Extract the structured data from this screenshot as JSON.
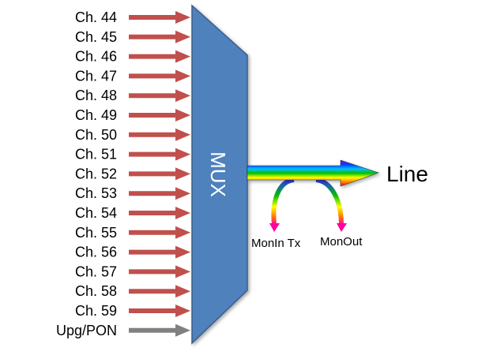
{
  "mux": {
    "label": "MUX",
    "fill": "#4f81bd",
    "stroke": "#385d8a"
  },
  "inputs": [
    {
      "label": "Ch. 44",
      "kind": "channel"
    },
    {
      "label": "Ch. 45",
      "kind": "channel"
    },
    {
      "label": "Ch. 46",
      "kind": "channel"
    },
    {
      "label": "Ch. 47",
      "kind": "channel"
    },
    {
      "label": "Ch. 48",
      "kind": "channel"
    },
    {
      "label": "Ch. 49",
      "kind": "channel"
    },
    {
      "label": "Ch. 50",
      "kind": "channel"
    },
    {
      "label": "Ch. 51",
      "kind": "channel"
    },
    {
      "label": "Ch. 52",
      "kind": "channel"
    },
    {
      "label": "Ch. 53",
      "kind": "channel"
    },
    {
      "label": "Ch. 54",
      "kind": "channel"
    },
    {
      "label": "Ch. 55",
      "kind": "channel"
    },
    {
      "label": "Ch. 56",
      "kind": "channel"
    },
    {
      "label": "Ch. 57",
      "kind": "channel"
    },
    {
      "label": "Ch. 58",
      "kind": "channel"
    },
    {
      "label": "Ch. 59",
      "kind": "channel"
    },
    {
      "label": "Upg/PON",
      "kind": "upgrade"
    }
  ],
  "colors": {
    "channel_arrow": "#c0504d",
    "upgrade_arrow": "#808080"
  },
  "output": {
    "label": "Line"
  },
  "monitors": [
    {
      "label": "MonIn Tx"
    },
    {
      "label": "MonOut"
    }
  ]
}
